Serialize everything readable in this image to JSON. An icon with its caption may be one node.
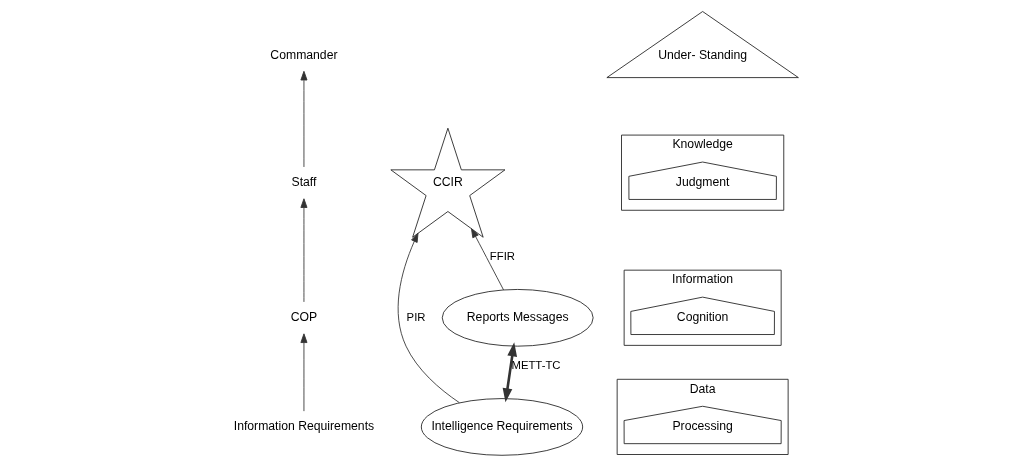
{
  "diagram": {
    "nodes": [
      {
        "text": [
          "Information Requirements"
        ]
      },
      {
        "text": [
          "COP"
        ]
      },
      {
        "text": [
          "Staff"
        ]
      },
      {
        "text": [
          "Commander"
        ]
      },
      {
        "text": [
          "CCIR"
        ]
      },
      {
        "text": [
          "Intelligence Requirements"
        ]
      },
      {
        "text": [
          "Reports Messages"
        ]
      },
      {
        "text": [
          "Under- Standing"
        ]
      },
      {
        "text": [
          "Knowledge"
        ]
      },
      {
        "text": [
          "Judgment"
        ],
        "in": 8
      },
      {
        "text": [
          "Information"
        ]
      },
      {
        "text": [
          "Cognition"
        ],
        "in": 10
      },
      {
        "text": [
          "Data"
        ]
      },
      {
        "text": [
          "Processing"
        ],
        "in": 12
      }
    ],
    "edges": [
      {
        "from": 0,
        "to": 1,
        "arrow": "to"
      },
      {
        "from": 1,
        "to": 2,
        "arrow": "to"
      },
      {
        "from": 2,
        "to": 3,
        "arrow": "to"
      },
      {
        "from": 5,
        "to": 4,
        "arrow": "to",
        "label": "PIR"
      },
      {
        "from": 6,
        "to": 4,
        "arrow": "to",
        "label": "FFIR"
      },
      {
        "from": 5,
        "to": 6,
        "arrow": "both",
        "label": "METT-TC",
        "style": "thick"
      }
    ]
  }
}
